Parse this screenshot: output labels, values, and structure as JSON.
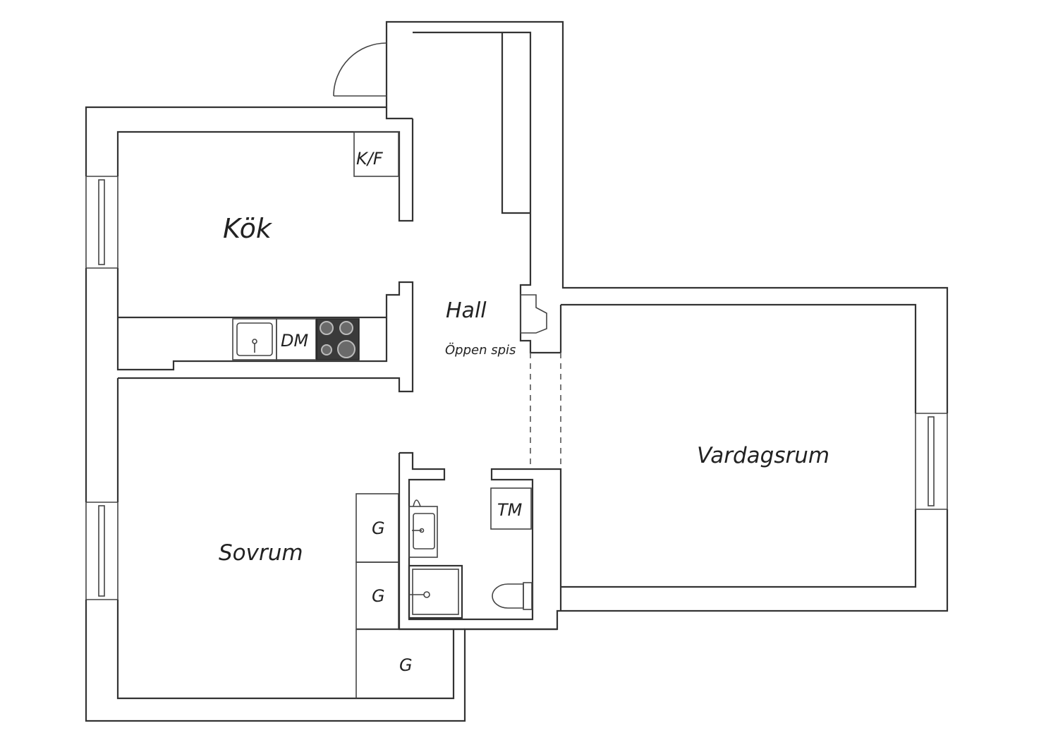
{
  "rooms": {
    "kitchen": "Kök",
    "hall": "Hall",
    "bedroom": "Sovrum",
    "living_room": "Vardagsrum"
  },
  "fixtures": {
    "fridge_freezer": "K/F",
    "dishwasher": "DM",
    "fireplace": "Öppen spis",
    "washing_machine": "TM",
    "wardrobe_1": "G",
    "wardrobe_2": "G",
    "wardrobe_3": "G"
  },
  "colors": {
    "wall_stroke": "#333333",
    "stove_fill": "#3a3a3a",
    "background": "#ffffff"
  }
}
